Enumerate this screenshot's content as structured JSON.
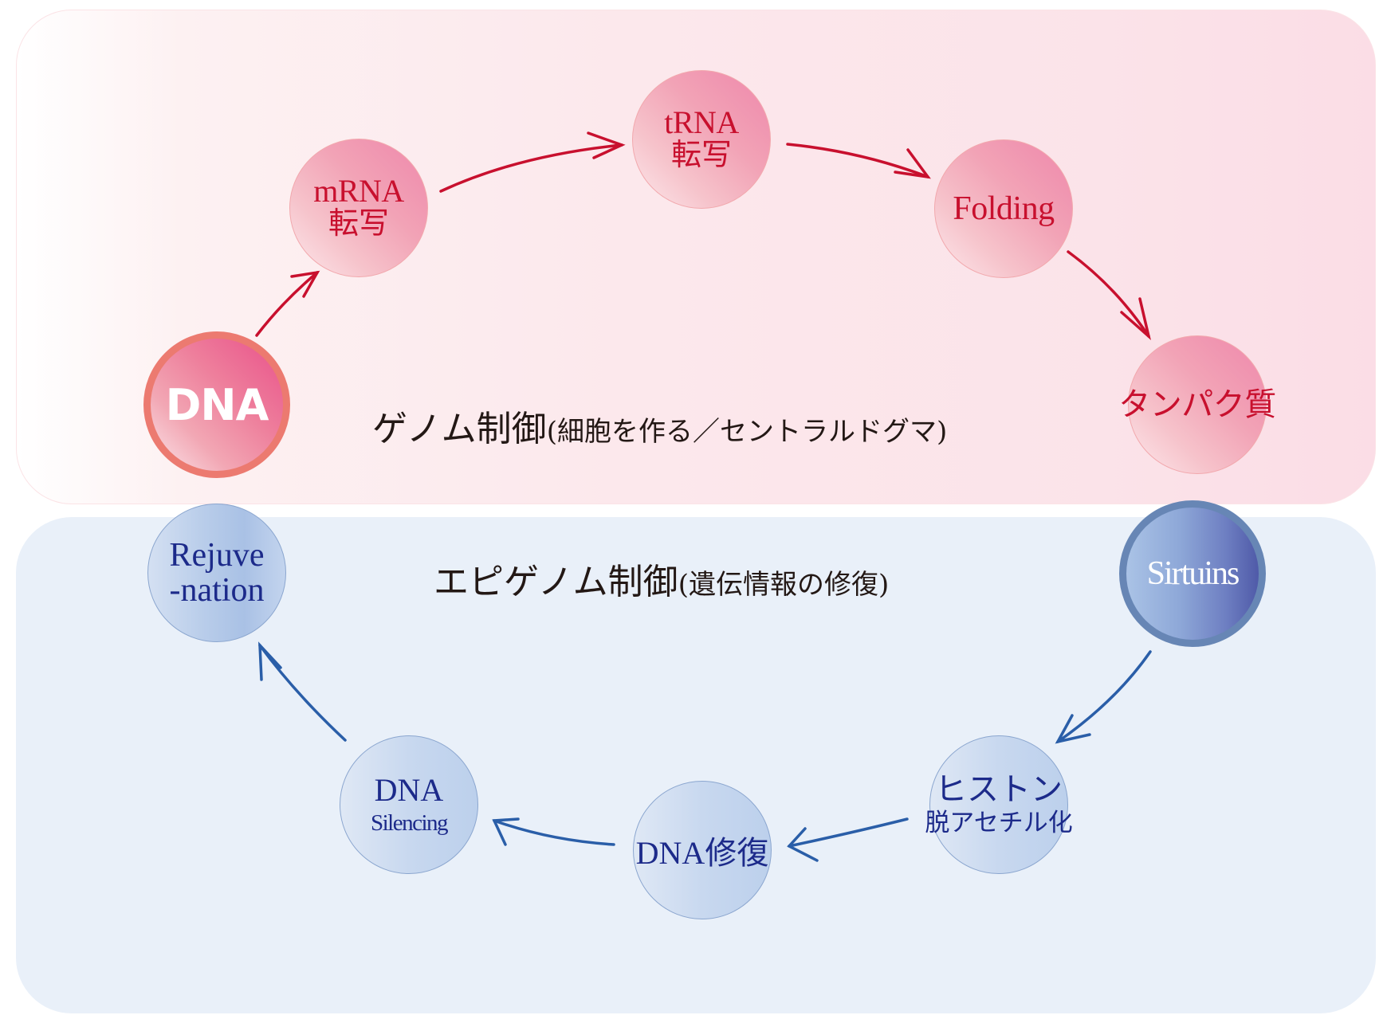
{
  "genome_section": {
    "title_main": "ゲノム制御",
    "title_sub": "(細胞を作る／セントラルドグマ)",
    "color": "#c8102e",
    "nodes": [
      {
        "id": "dna",
        "line1": "DNA",
        "line2": ""
      },
      {
        "id": "mrna",
        "line1": "mRNA",
        "line2": "転写"
      },
      {
        "id": "trna",
        "line1": "tRNA",
        "line2": "転写"
      },
      {
        "id": "folding",
        "line1": "Folding",
        "line2": ""
      },
      {
        "id": "protein",
        "line1": "タンパク質",
        "line2": ""
      }
    ],
    "flow": [
      "dna",
      "mrna",
      "trna",
      "folding",
      "protein"
    ]
  },
  "epigenome_section": {
    "title_main": "エピゲノム制御",
    "title_sub": "(遺伝情報の修復)",
    "color": "#1c2a8a",
    "nodes": [
      {
        "id": "sirtuins",
        "line1": "Sirtuins",
        "line2": ""
      },
      {
        "id": "histone",
        "line1": "ヒストン",
        "line2": "脱アセチル化"
      },
      {
        "id": "dna-repair",
        "line1": "DNA修復",
        "line2": ""
      },
      {
        "id": "dna-silencing",
        "line1": "DNA",
        "line2": "Silencing"
      },
      {
        "id": "rejuvenation",
        "line1": "Rejuve",
        "line2": "-nation"
      }
    ],
    "flow": [
      "sirtuins",
      "histone",
      "dna-repair",
      "dna-silencing",
      "rejuvenation"
    ]
  },
  "colors": {
    "genome_arrow": "#c8102e",
    "epigenome_arrow": "#2a5ea8",
    "genome_panel": "#fbe3e9",
    "epigenome_panel": "#e9f0f9"
  }
}
